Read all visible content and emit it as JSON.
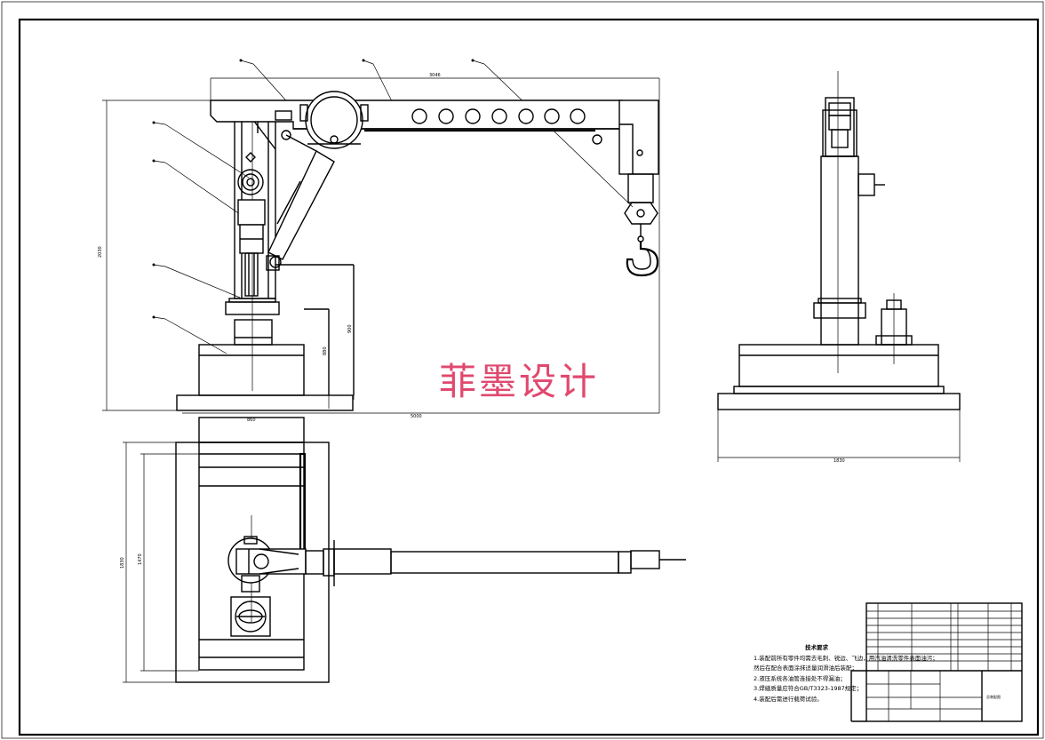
{
  "watermark": "菲墨设计",
  "dimensions": {
    "boom_length": "3046",
    "total_height": "2030",
    "span_width": "5000",
    "side_base_width": "1830",
    "column_dim_a": "880",
    "column_dim_b": "900",
    "plan_width_top": "860",
    "plan_height_outer": "1830",
    "plan_height_inner": "1470"
  },
  "notes": {
    "title": "技术要求",
    "items": [
      "1.装配前所有零件均需去毛刺、锐边、飞边，用汽油清洗零件表面油污；",
      "然后在配合表面涂抹适量润滑油后装配；",
      "2.液压系统各油管连接处不得漏油；",
      "3.焊缝质量应符合GB/T3323-1987规定；",
      "4.装配后需进行载荷试验。"
    ]
  },
  "title_block": {
    "drawing_name": "总装配图"
  },
  "colors": {
    "line": "#000000",
    "watermark": "#e0496f"
  }
}
